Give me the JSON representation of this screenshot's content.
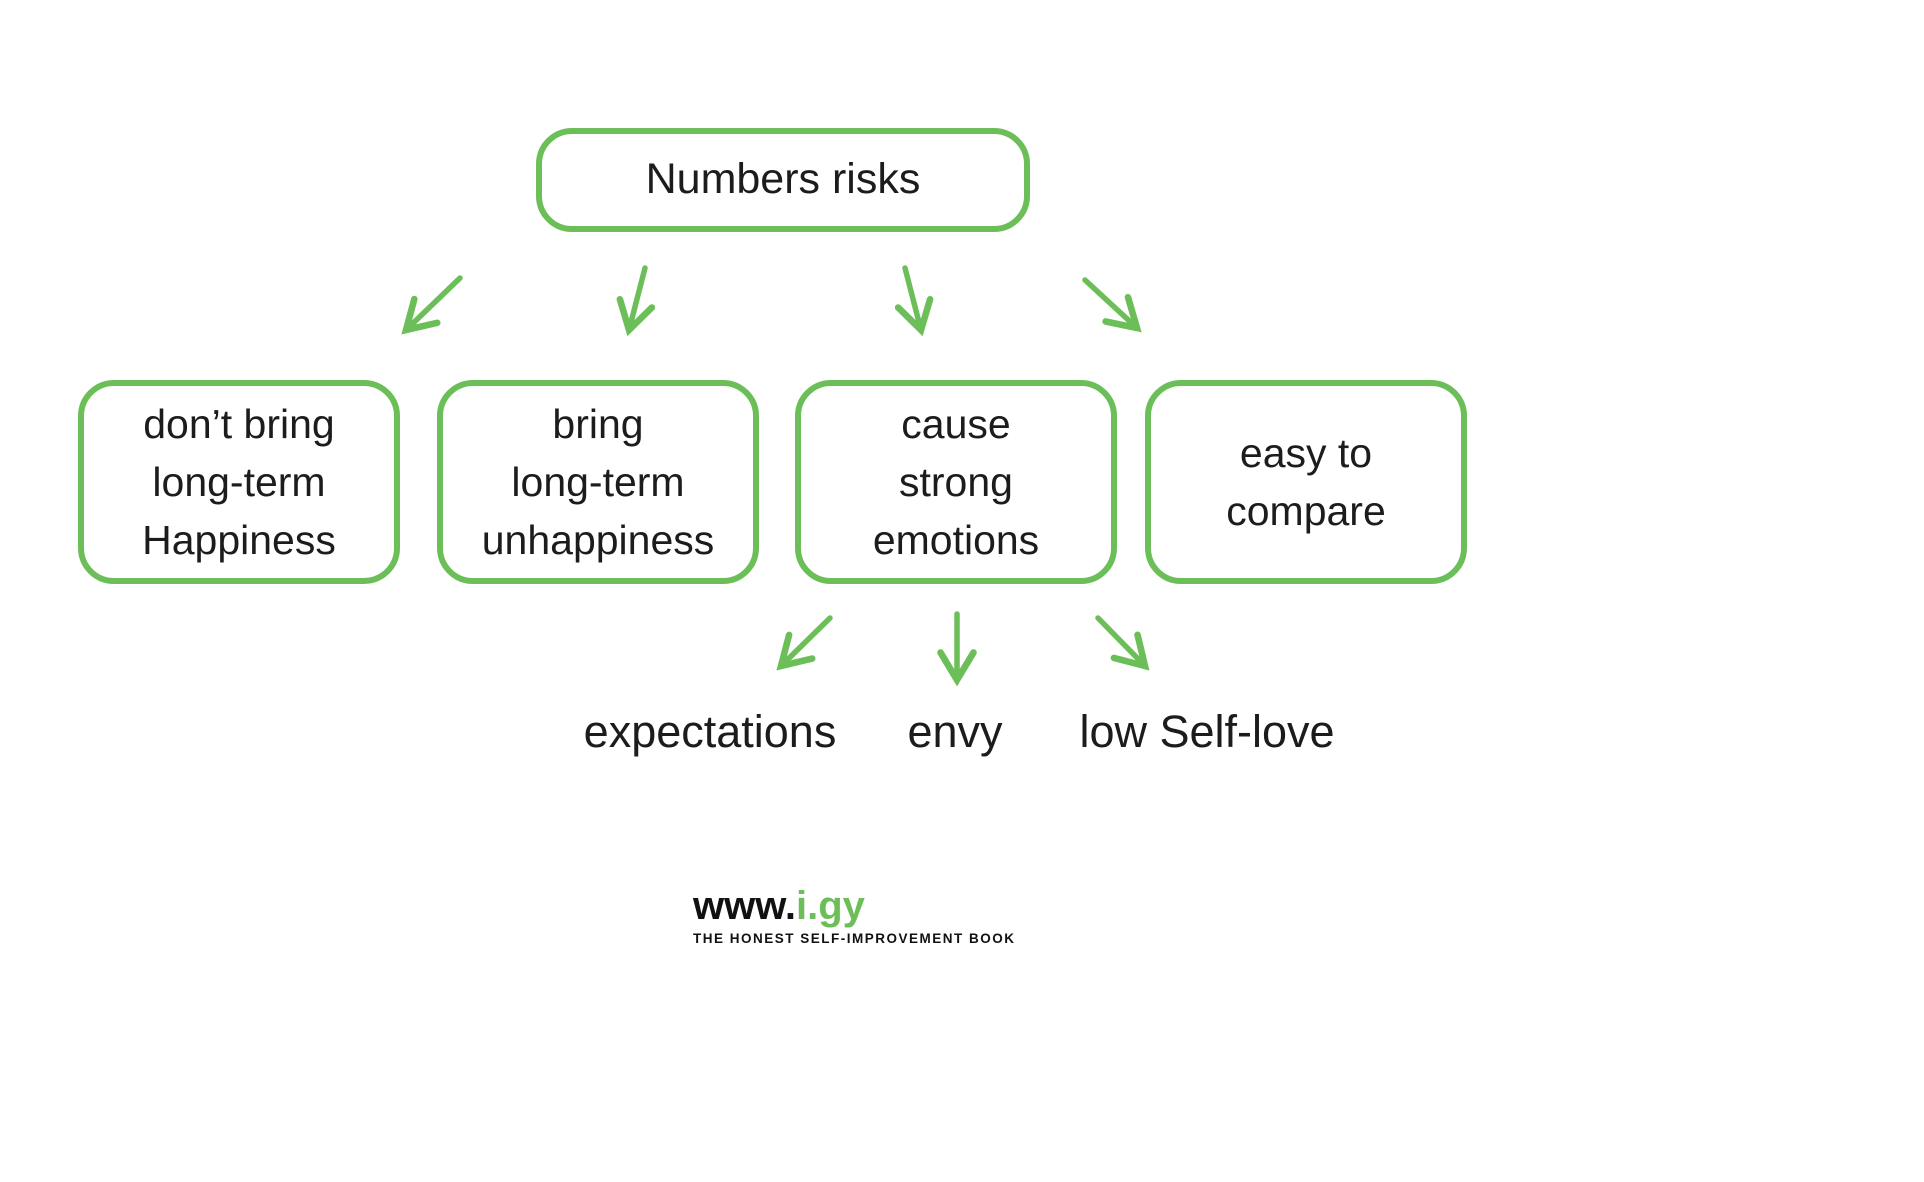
{
  "colors": {
    "accent_green": "#6cbf58",
    "text": "#1c1c1c"
  },
  "diagram": {
    "root": {
      "label": "Numbers risks"
    },
    "children": [
      {
        "label": "don’t bring\nlong-term\nHappiness"
      },
      {
        "label": "bring\nlong-term\nunhappiness"
      },
      {
        "label": "cause\nstrong\nemotions"
      },
      {
        "label": "easy to\ncompare"
      }
    ],
    "leaves": [
      {
        "label": "expectations"
      },
      {
        "label": "envy"
      },
      {
        "label": "low Self-love"
      }
    ]
  },
  "footer": {
    "url_prefix": "www.",
    "url_highlight": "i.gy",
    "tagline": "THE HONEST SELF-IMPROVEMENT BOOK"
  }
}
